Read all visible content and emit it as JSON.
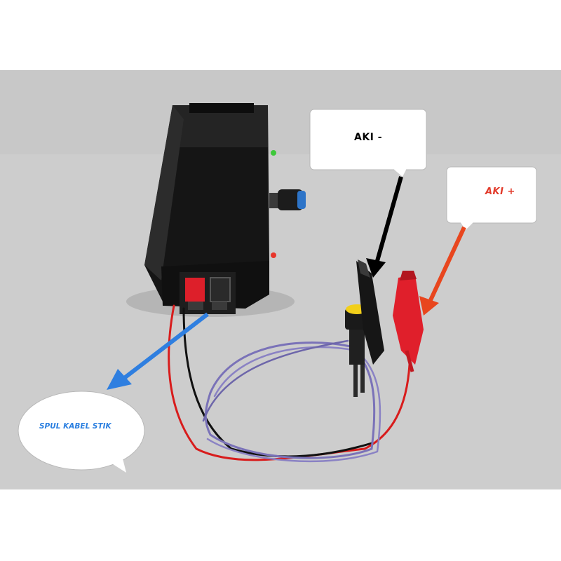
{
  "colors": {
    "background": "#cfcfcf",
    "frame": "#ffffff",
    "box": "#1a1a1a",
    "wire_red": "#d81c1c",
    "wire_purple": "#7a72b8",
    "clip_red": "#e01f2b",
    "arrow_black": "#000000",
    "arrow_red": "#e8461e",
    "arrow_blue": "#2f7fe0",
    "aki_plus_text": "#e23a2a",
    "spul_text": "#2b7fe0"
  },
  "callouts": {
    "aki_minus": {
      "label": "AKI -",
      "color": "#000000"
    },
    "aki_plus": {
      "label": "AKI +",
      "color": "#e23a2a"
    },
    "spul_kabel": {
      "label": "SPUL KABEL STIK",
      "color": "#2b7fe0"
    }
  },
  "icons": [
    "control-box",
    "green-led-icon",
    "red-led-icon",
    "potentiometer-knob-icon",
    "terminal-block-icon",
    "push-button-switch-icon",
    "alligator-clip-icon"
  ]
}
